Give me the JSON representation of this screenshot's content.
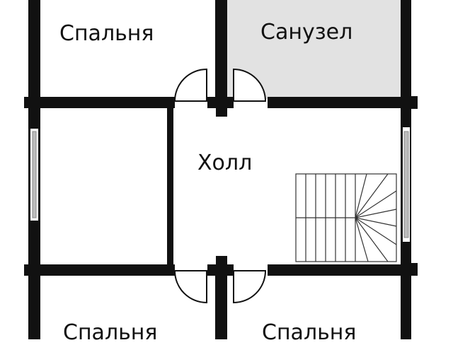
{
  "rooms": {
    "bedroom_top_left": "Спальня",
    "bathroom": "Санузел",
    "hall": "Холл",
    "bedroom_bottom_left": "Спальня",
    "bedroom_bottom_right": "Спальня"
  },
  "colors": {
    "wall": "#111111",
    "background": "#ffffff",
    "bathroom_fill": "#e2e2e2",
    "window_glass": "#bdbdbd",
    "window_frame": "#8a8a8a",
    "stair_line": "#333333"
  }
}
